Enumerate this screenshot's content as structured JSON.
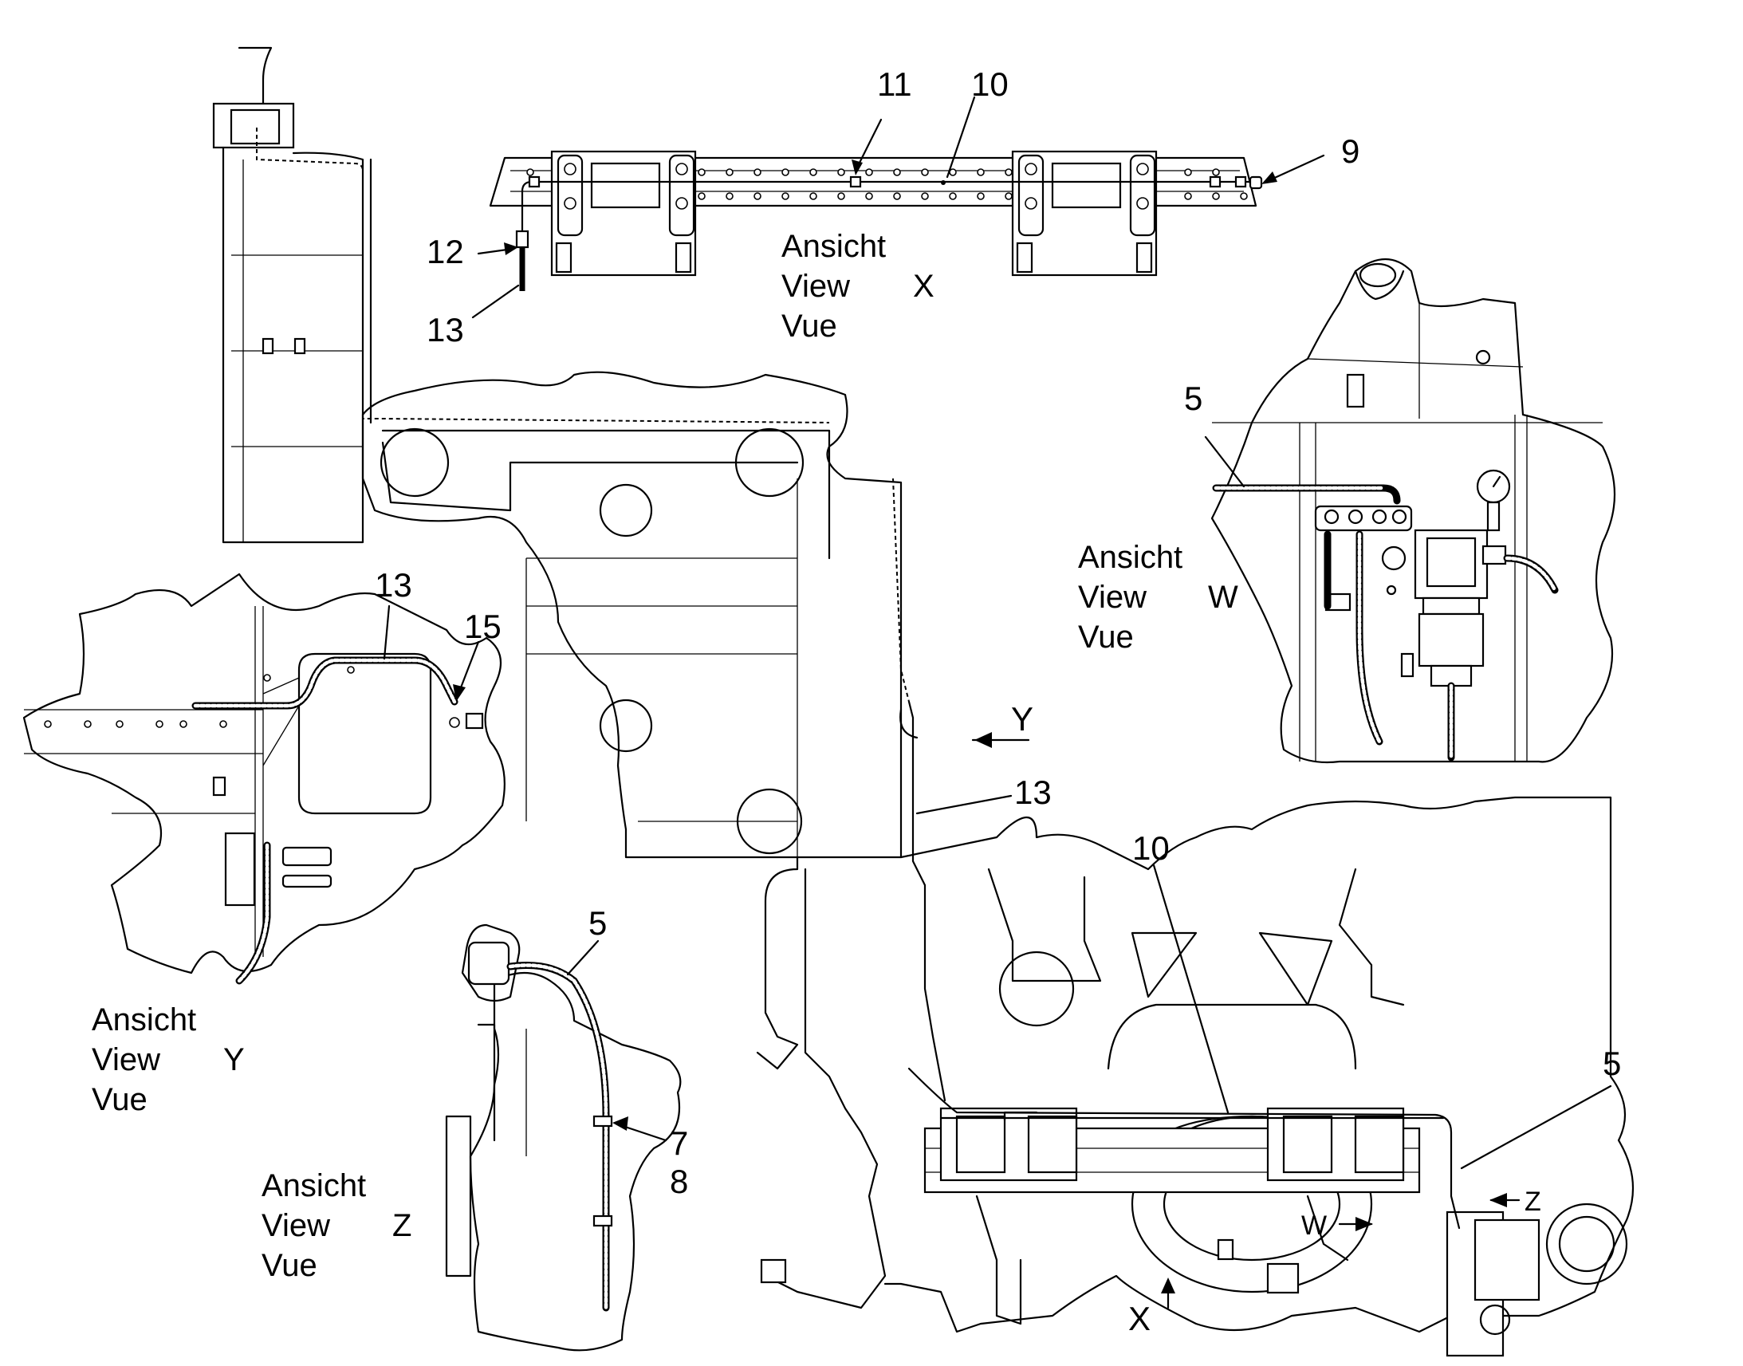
{
  "callouts": {
    "x_11": "11",
    "x_10": "10",
    "x_9": "9",
    "x_12": "12",
    "x_13": "13",
    "w_5": "5",
    "y_13": "13",
    "y_15": "15",
    "z_5": "5",
    "z_7": "7",
    "z_8": "8",
    "main_y": "Y",
    "main_13": "13",
    "main_10": "10",
    "main_5": "5",
    "main_w": "W",
    "main_z": "Z",
    "main_x": "X"
  },
  "views": {
    "x": {
      "l1": "Ansicht",
      "l2": "View",
      "letter": "X",
      "l3": "Vue"
    },
    "w": {
      "l1": "Ansicht",
      "l2": "View",
      "letter": "W",
      "l3": "Vue"
    },
    "y": {
      "l1": "Ansicht",
      "l2": "View",
      "letter": "Y",
      "l3": "Vue"
    },
    "z": {
      "l1": "Ansicht",
      "l2": "View",
      "letter": "Z",
      "l3": "Vue"
    }
  }
}
